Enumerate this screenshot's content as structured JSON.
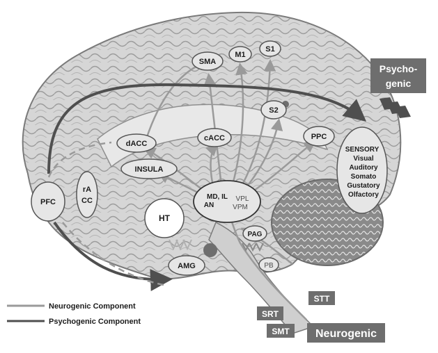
{
  "regions": {
    "sma": "SMA",
    "m1": "M1",
    "s1": "S1",
    "s2": "S2",
    "ppc": "PPC",
    "cacc": "cACC",
    "dacc": "dACC",
    "insula": "INSULA",
    "racc_line1": "rA",
    "racc_line2": "CC",
    "pfc": "PFC",
    "ht": "HT",
    "thal_medial_line1": "MD, IL",
    "thal_medial_line2": "AN",
    "thal_lateral_line1": "VPL",
    "thal_lateral_line2": "VPM",
    "pag": "PAG",
    "pb": "PB",
    "amg": "AMG"
  },
  "sensory": {
    "title": "SENSORY",
    "items": [
      "Visual",
      "Auditory",
      "Somato",
      "Gustatory",
      "Olfactory"
    ]
  },
  "boxes": {
    "psychogenic_line1": "Psycho-",
    "psychogenic_line2": "genic",
    "neurogenic": "Neurogenic",
    "stt": "STT",
    "srt": "SRT",
    "smt": "SMT"
  },
  "legend": {
    "neurogenic_component": "Neurogenic Component",
    "psychogenic_component": "Psychogenic Component"
  },
  "colors": {
    "neurogenic_line": "#9a9a9a",
    "psychogenic_line": "#4f4f4f",
    "box_fill": "#6e6e6e",
    "tissue": "#d4d4d4"
  }
}
